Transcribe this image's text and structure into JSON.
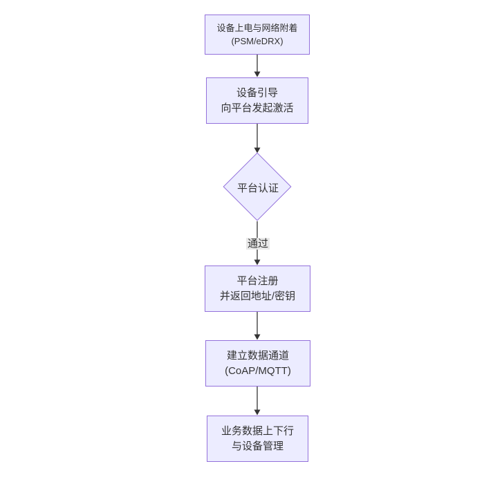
{
  "diagram": {
    "type": "flowchart",
    "direction": "top-down",
    "nodes": [
      {
        "id": "n1",
        "shape": "rect",
        "lines": [
          "设备上电与网络附着",
          "(PSM/eDRX)"
        ]
      },
      {
        "id": "n2",
        "shape": "rect",
        "lines": [
          "设备引导",
          "向平台发起激活"
        ]
      },
      {
        "id": "n3",
        "shape": "diamond",
        "lines": [
          "平台认证"
        ]
      },
      {
        "id": "n4",
        "shape": "rect",
        "lines": [
          "平台注册",
          "并返回地址/密钥"
        ]
      },
      {
        "id": "n5",
        "shape": "rect",
        "lines": [
          "建立数据通道",
          "(CoAP/MQTT)"
        ]
      },
      {
        "id": "n6",
        "shape": "rect",
        "lines": [
          "业务数据上下行",
          "与设备管理"
        ]
      }
    ],
    "edges": [
      {
        "from": "n1",
        "to": "n2",
        "label": ""
      },
      {
        "from": "n2",
        "to": "n3",
        "label": ""
      },
      {
        "from": "n3",
        "to": "n4",
        "label": "通过"
      },
      {
        "from": "n4",
        "to": "n5",
        "label": ""
      },
      {
        "from": "n5",
        "to": "n6",
        "label": ""
      }
    ],
    "colors": {
      "node_fill": "#ECECFF",
      "node_border": "#9370DB",
      "edge": "#333333",
      "text": "#333333",
      "edge_label_bg": "#e8e8e8",
      "background": "#ffffff"
    }
  }
}
